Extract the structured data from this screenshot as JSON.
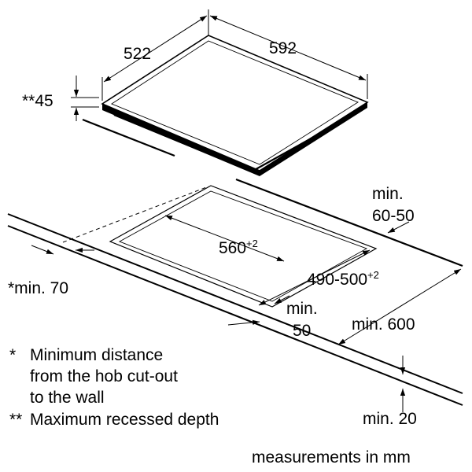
{
  "hob": {
    "width_label": "592",
    "depth_label": "522",
    "recess_label": "**45"
  },
  "cutout": {
    "width_value": "560",
    "width_tolerance": "+2",
    "depth_value": "490-500",
    "depth_tolerance": "+2"
  },
  "clearances": {
    "back_min_line1": "min.",
    "back_min_line2": "60-50",
    "front_min_line1": "min.",
    "front_min_line2": "50",
    "side_min": "*min. 70",
    "worktop_depth_min": "min. 600",
    "worktop_thickness_min": "min. 20"
  },
  "notes": {
    "star1_marker": "*",
    "star1_line1": "Minimum distance",
    "star1_line2": "from the hob cut-out",
    "star1_line3": "to the wall",
    "star2_marker": "**",
    "star2_line1": "Maximum recessed depth"
  },
  "footer": "measurements in mm"
}
